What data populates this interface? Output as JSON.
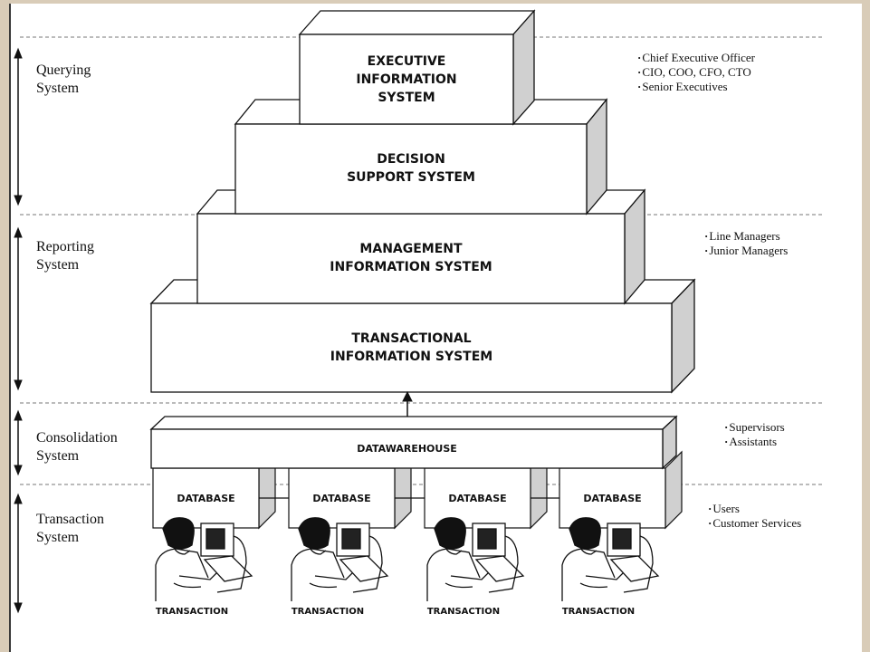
{
  "levels": [
    {
      "label": "Querying\nSystem",
      "roles": [
        "Chief Executive Officer",
        "CIO, COO, CFO, CTO",
        "Senior Executives"
      ]
    },
    {
      "label": "Reporting\nSystem",
      "roles": [
        "Line Managers",
        "Junior Managers"
      ]
    },
    {
      "label": "Consolidation\nSystem",
      "roles": [
        "Supervisors",
        "Assistants"
      ]
    },
    {
      "label": "Transaction\nSystem",
      "roles": [
        "Users",
        "Customer Services"
      ]
    }
  ],
  "pyramid": {
    "eis": "EXECUTIVE\nINFORMATION\nSYSTEM",
    "dss": "DECISION\nSUPPORT SYSTEM",
    "mis": "MANAGEMENT\nINFORMATION SYSTEM",
    "tis": "TRANSACTIONAL\nINFORMATION SYSTEM"
  },
  "datawarehouse": "DATAWAREHOUSE",
  "databases": [
    "DATABASE",
    "DATABASE",
    "DATABASE",
    "DATABASE"
  ],
  "transactions": [
    "TRANSACTION",
    "TRANSACTION",
    "TRANSACTION",
    "TRANSACTION"
  ]
}
